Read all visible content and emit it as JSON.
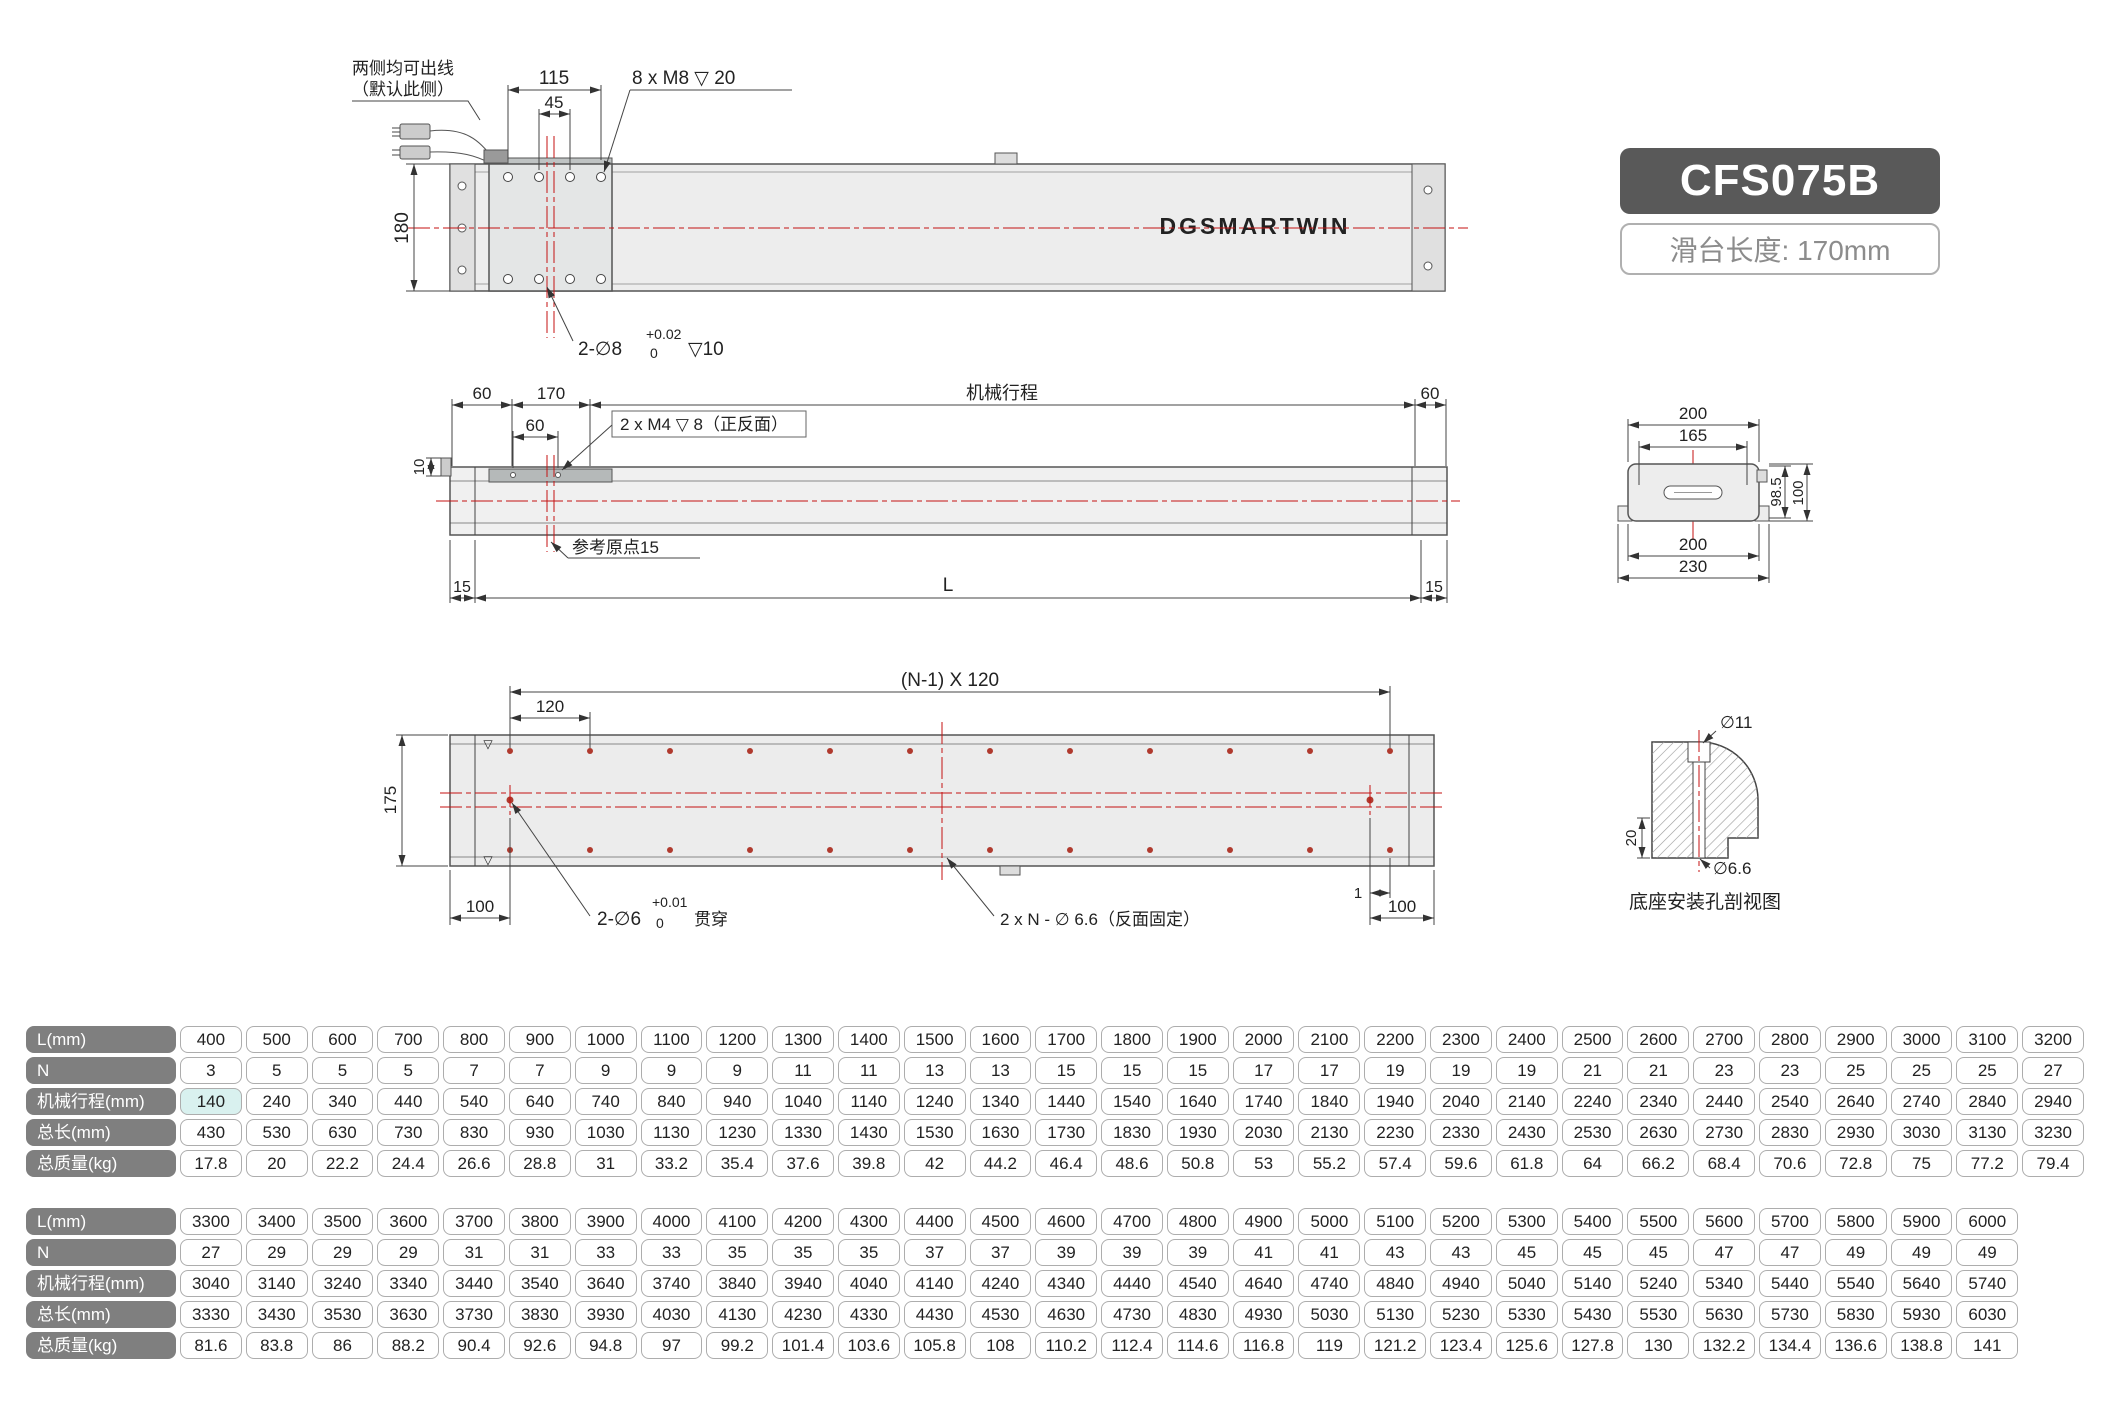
{
  "title": {
    "model": "CFS075B",
    "subtitle": "滑台长度: 170mm"
  },
  "brand": "DGSMARTWIN",
  "top_view": {
    "cable_note_line1": "两侧均可出线",
    "cable_note_line2": "（默认此侧）",
    "dim_115": "115",
    "dim_45": "45",
    "m8_label": "8 x M8 ▽ 20",
    "dim_180": "180",
    "hole_label_base": "2-∅8",
    "hole_label_tol_upper": "+0.02",
    "hole_label_tol_lower": "0",
    "hole_label_depth": "▽10"
  },
  "side_view": {
    "dim_60_left": "60",
    "dim_170": "170",
    "dim_60_mid": "60",
    "dim_stroke": "机械行程",
    "dim_60_right": "60",
    "dim_10": "10",
    "m4_label": "2 x M4 ▽ 8（正反面）",
    "ref_origin_label": "参考原点15",
    "dim_15_left": "15",
    "dim_L": "L",
    "dim_15_right": "15"
  },
  "end_view": {
    "dim_200_top": "200",
    "dim_165": "165",
    "dim_98_5": "98.5",
    "dim_100": "100",
    "dim_200_bottom": "200",
    "dim_230": "230"
  },
  "bottom_view": {
    "dim_pitch": "(N-1) X 120",
    "dim_120": "120",
    "dim_175": "175",
    "dim_100_left": "100",
    "hole_label_base": "2-∅6",
    "hole_label_tol_upper": "+0.01",
    "hole_label_tol_lower": "0",
    "hole_label_suffix": "贯穿",
    "n_hole_label": "2 x N - ∅ 6.6（反面固定）",
    "dim_1": "1",
    "dim_100_right": "100"
  },
  "section_view": {
    "dim_d11": "∅11",
    "dim_20": "20",
    "dim_d66": "∅6.6",
    "caption": "底座安装孔剖视图"
  },
  "tables": [
    {
      "columns": 29,
      "rows": [
        {
          "label": "L(mm)",
          "values": [
            "400",
            "500",
            "600",
            "700",
            "800",
            "900",
            "1000",
            "1100",
            "1200",
            "1300",
            "1400",
            "1500",
            "1600",
            "1700",
            "1800",
            "1900",
            "2000",
            "2100",
            "2200",
            "2300",
            "2400",
            "2500",
            "2600",
            "2700",
            "2800",
            "2900",
            "3000",
            "3100",
            "3200"
          ]
        },
        {
          "label": "N",
          "values": [
            "3",
            "5",
            "5",
            "5",
            "7",
            "7",
            "9",
            "9",
            "9",
            "11",
            "11",
            "13",
            "13",
            "15",
            "15",
            "15",
            "17",
            "17",
            "19",
            "19",
            "19",
            "21",
            "21",
            "23",
            "23",
            "25",
            "25",
            "25",
            "27"
          ]
        },
        {
          "label": "机械行程(mm)",
          "highlight_index": 0,
          "values": [
            "140",
            "240",
            "340",
            "440",
            "540",
            "640",
            "740",
            "840",
            "940",
            "1040",
            "1140",
            "1240",
            "1340",
            "1440",
            "1540",
            "1640",
            "1740",
            "1840",
            "1940",
            "2040",
            "2140",
            "2240",
            "2340",
            "2440",
            "2540",
            "2640",
            "2740",
            "2840",
            "2940"
          ]
        },
        {
          "label": "总长(mm)",
          "values": [
            "430",
            "530",
            "630",
            "730",
            "830",
            "930",
            "1030",
            "1130",
            "1230",
            "1330",
            "1430",
            "1530",
            "1630",
            "1730",
            "1830",
            "1930",
            "2030",
            "2130",
            "2230",
            "2330",
            "2430",
            "2530",
            "2630",
            "2730",
            "2830",
            "2930",
            "3030",
            "3130",
            "3230"
          ]
        },
        {
          "label": "总质量(kg)",
          "values": [
            "17.8",
            "20",
            "22.2",
            "24.4",
            "26.6",
            "28.8",
            "31",
            "33.2",
            "35.4",
            "37.6",
            "39.8",
            "42",
            "44.2",
            "46.4",
            "48.6",
            "50.8",
            "53",
            "55.2",
            "57.4",
            "59.6",
            "61.8",
            "64",
            "66.2",
            "68.4",
            "70.6",
            "72.8",
            "75",
            "77.2",
            "79.4"
          ]
        }
      ]
    },
    {
      "columns": 29,
      "rows": [
        {
          "label": "L(mm)",
          "values": [
            "3300",
            "3400",
            "3500",
            "3600",
            "3700",
            "3800",
            "3900",
            "4000",
            "4100",
            "4200",
            "4300",
            "4400",
            "4500",
            "4600",
            "4700",
            "4800",
            "4900",
            "5000",
            "5100",
            "5200",
            "5300",
            "5400",
            "5500",
            "5600",
            "5700",
            "5800",
            "5900",
            "6000"
          ]
        },
        {
          "label": "N",
          "values": [
            "27",
            "29",
            "29",
            "29",
            "31",
            "31",
            "33",
            "33",
            "35",
            "35",
            "35",
            "37",
            "37",
            "39",
            "39",
            "39",
            "41",
            "41",
            "43",
            "43",
            "45",
            "45",
            "45",
            "47",
            "47",
            "49",
            "49",
            "49"
          ]
        },
        {
          "label": "机械行程(mm)",
          "values": [
            "3040",
            "3140",
            "3240",
            "3340",
            "3440",
            "3540",
            "3640",
            "3740",
            "3840",
            "3940",
            "4040",
            "4140",
            "4240",
            "4340",
            "4440",
            "4540",
            "4640",
            "4740",
            "4840",
            "4940",
            "5040",
            "5140",
            "5240",
            "5340",
            "5440",
            "5540",
            "5640",
            "5740"
          ]
        },
        {
          "label": "总长(mm)",
          "values": [
            "3330",
            "3430",
            "3530",
            "3630",
            "3730",
            "3830",
            "3930",
            "4030",
            "4130",
            "4230",
            "4330",
            "4430",
            "4530",
            "4630",
            "4730",
            "4830",
            "4930",
            "5030",
            "5130",
            "5230",
            "5330",
            "5430",
            "5530",
            "5630",
            "5730",
            "5830",
            "5930",
            "6030"
          ]
        },
        {
          "label": "总质量(kg)",
          "values": [
            "81.6",
            "83.8",
            "86",
            "88.2",
            "90.4",
            "92.6",
            "94.8",
            "97",
            "99.2",
            "101.4",
            "103.6",
            "105.8",
            "108",
            "110.2",
            "112.4",
            "114.6",
            "116.8",
            "119",
            "121.2",
            "123.4",
            "125.6",
            "127.8",
            "130",
            "132.2",
            "134.4",
            "136.6",
            "138.8",
            "141"
          ]
        }
      ]
    }
  ]
}
